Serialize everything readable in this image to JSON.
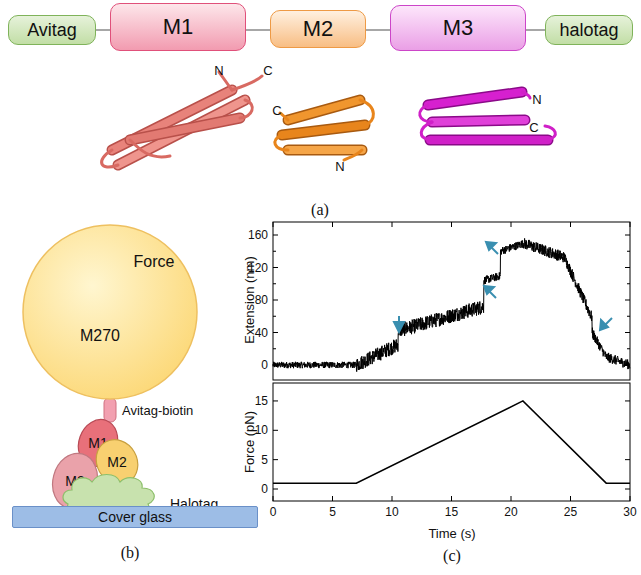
{
  "diagram": {
    "nodes": [
      {
        "text": [
          "Avitag"
        ]
      },
      {
        "text": [
          "M1"
        ]
      },
      {
        "text": [
          "M2"
        ]
      },
      {
        "text": [
          "M3"
        ]
      },
      {
        "text": [
          "halotag"
        ]
      },
      {
        "text": [
          "M270"
        ]
      },
      {
        "text": [
          "M1"
        ]
      },
      {
        "text": [
          "M2"
        ]
      },
      {
        "text": [
          "M3"
        ]
      },
      {
        "text": [
          "Halotag"
        ]
      },
      {
        "text": [
          "Cover glass"
        ]
      }
    ],
    "edges": [
      {
        "from": 0,
        "to": 1,
        "arrow": "none"
      },
      {
        "from": 1,
        "to": 2,
        "arrow": "none"
      },
      {
        "from": 2,
        "to": 3,
        "arrow": "none"
      },
      {
        "from": 3,
        "to": 4,
        "arrow": "none"
      }
    ],
    "labels": [
      "N",
      "C",
      "C",
      "N",
      "N",
      "C",
      "(a)",
      "Force",
      "Avitag-biotin",
      "(b)",
      "Extension (nm)",
      "160",
      "120",
      "80",
      "40",
      "0",
      "Force (pN)",
      "15",
      "10",
      "5",
      "0",
      "0",
      "5",
      "10",
      "15",
      "20",
      "25",
      "30",
      "Time (s)",
      "(c)"
    ]
  }
}
